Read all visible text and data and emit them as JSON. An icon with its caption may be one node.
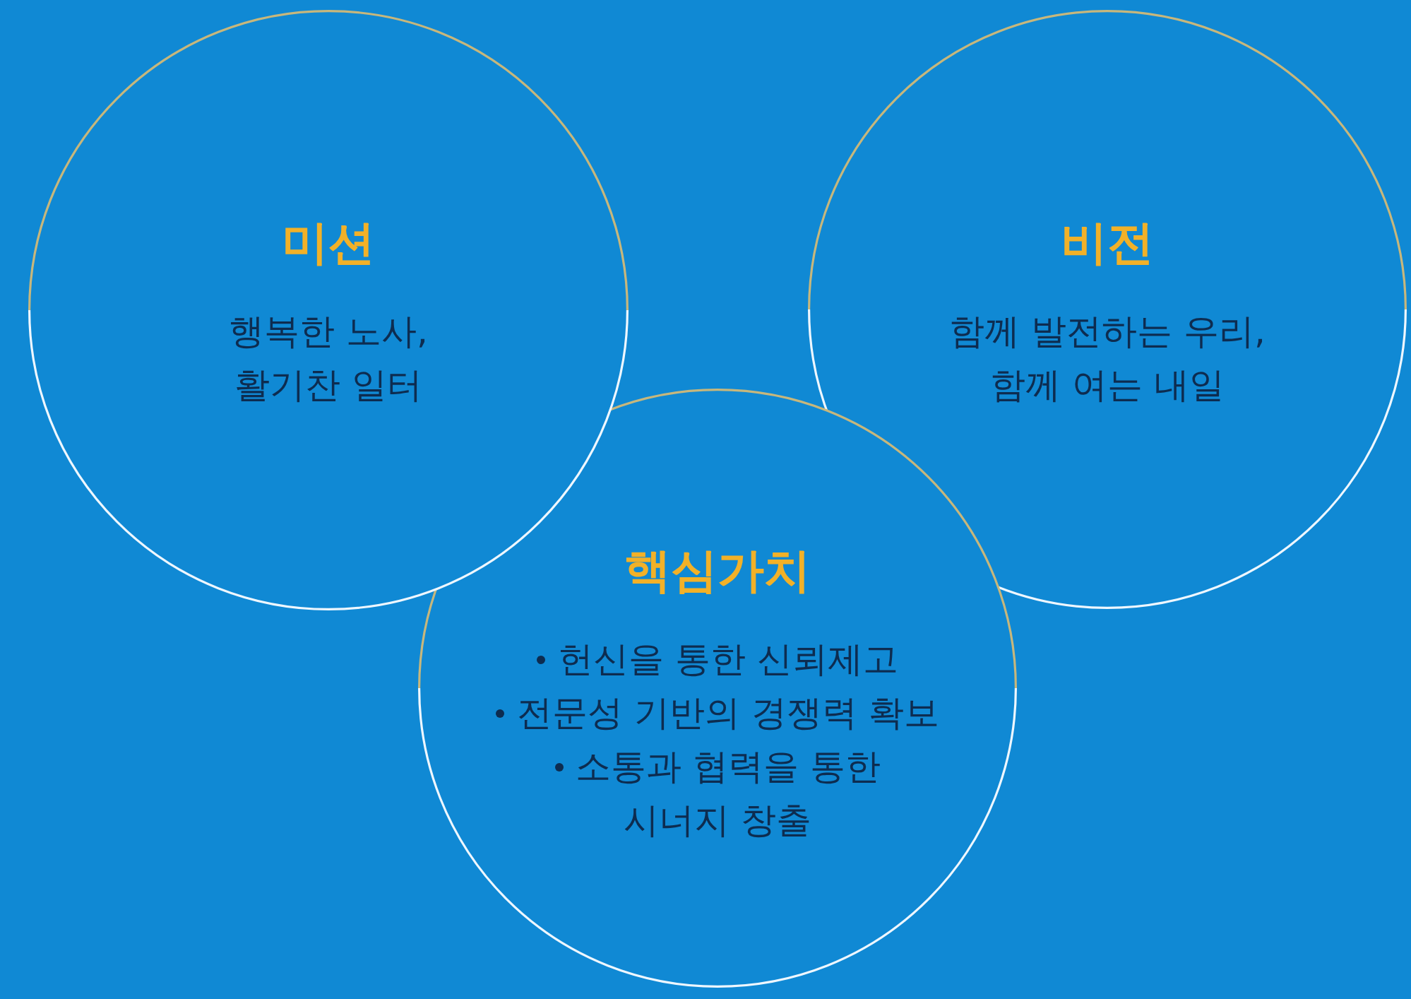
{
  "diagram": {
    "nodes": [
      {
        "text": [
          "미션",
          "행복한 노사, 활기찬 일터"
        ]
      },
      {
        "text": [
          "비전",
          "함께 발전하는 우리, 함께 여는 내일"
        ]
      },
      {
        "text": [
          "핵심가치",
          "헌신을 통한 신뢰제고",
          "전문성 기반의 경쟁력 확보",
          "소통과 협력을 통한 시너지 창출"
        ]
      }
    ]
  }
}
